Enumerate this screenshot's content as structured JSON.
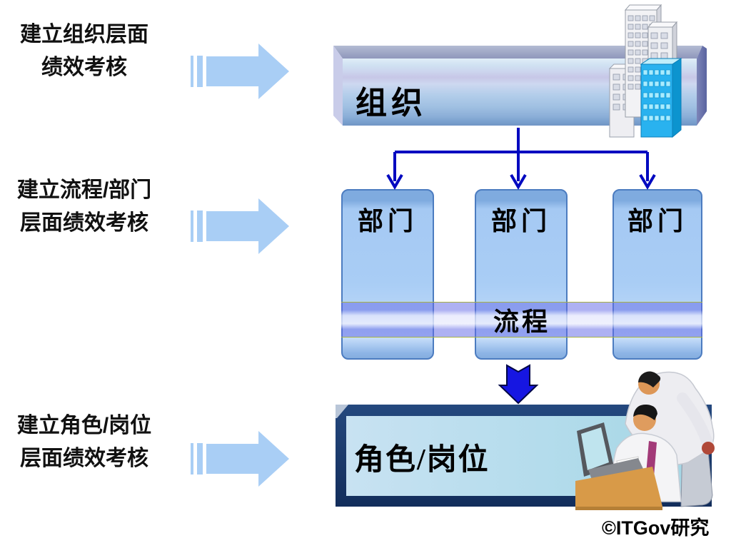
{
  "slide": {
    "steps": [
      {
        "line1": "建立组织层面",
        "line2": "绩效考核"
      },
      {
        "line1": "建立流程/部门",
        "line2": "层面绩效考核"
      },
      {
        "line1": "建立角色/岗位",
        "line2": "层面绩效考核"
      }
    ],
    "org_bar": {
      "label": "组织"
    },
    "dept_boxes": [
      {
        "label": "部门"
      },
      {
        "label": "部门"
      },
      {
        "label": "部门"
      }
    ],
    "process_band": {
      "label": "流程"
    },
    "role_bar": {
      "label": "角色/岗位"
    },
    "footer": {
      "copyright": "©ITGov研究"
    },
    "icons": {
      "building": "office-buildings-icon",
      "people": "people-at-desk-icon"
    },
    "colors": {
      "step_arrow_fill": "#a9cef5",
      "connector_line": "#0009c0",
      "down_arrow_fill": "#1616e2",
      "dept_box_fill": "#a9cdf5",
      "dept_box_border": "#4c7cc0",
      "process_band_stripe": "#636ae6",
      "process_band_middle": "#ecEEfd",
      "process_band_border": "#a9b244",
      "role_bar_frame": "#17386e",
      "text": "#000000"
    }
  }
}
